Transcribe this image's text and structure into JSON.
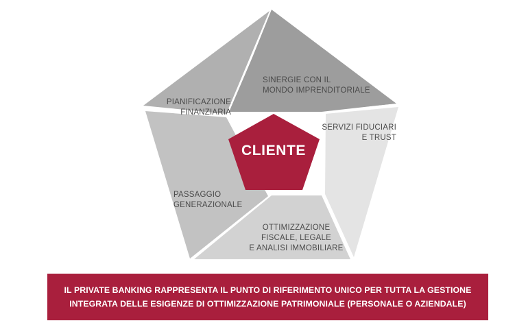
{
  "diagram": {
    "type": "pentagon-segment-diagram",
    "center": {
      "label": "CLIENTE",
      "fill": "#a91f3d",
      "text_color": "#ffffff"
    },
    "segments": [
      {
        "id": "sinergie",
        "name": "sinergie-con-il-mondo-imprenditoriale",
        "fill": "#9d9d9d",
        "align": "start",
        "lines": [
          "SINERGIE CON IL",
          "MONDO IMPRENDITORIALE"
        ]
      },
      {
        "id": "servizi",
        "name": "servizi-fiduciari-e-trust",
        "fill": "#e4e4e4",
        "align": "end",
        "lines": [
          "SERVIZI FIDUCIARI",
          "E TRUST"
        ]
      },
      {
        "id": "ottimizzazione",
        "name": "ottimizzazione-fiscale-legale-e-analisi-immobiliare",
        "fill": "#d2d2d2",
        "align": "middle",
        "lines": [
          "OTTIMIZZAZIONE",
          "FISCALE, LEGALE",
          "E ANALISI IMMOBILIARE"
        ]
      },
      {
        "id": "passaggio",
        "name": "passaggio-generazionale",
        "fill": "#c2c2c2",
        "align": "start",
        "lines": [
          "PASSAGGIO",
          "GENERAZIONALE"
        ]
      },
      {
        "id": "pianificazione",
        "name": "pianificazione-finanziaria",
        "fill": "#b0b0b0",
        "align": "end",
        "lines": [
          "PIANIFICAZIONE",
          "FINANZIARIA"
        ]
      }
    ]
  },
  "banner": {
    "fill": "#a91f3d",
    "text_color": "#ffffff",
    "lines": [
      "IL PRIVATE BANKING RAPPRESENTA IL PUNTO DI RIFERIMENTO UNICO PER TUTTA LA GESTIONE",
      "INTEGRATA DELLE ESIGENZE DI OTTIMIZZAZIONE PATRIMONIALE (PERSONALE O AZIENDALE)"
    ]
  }
}
